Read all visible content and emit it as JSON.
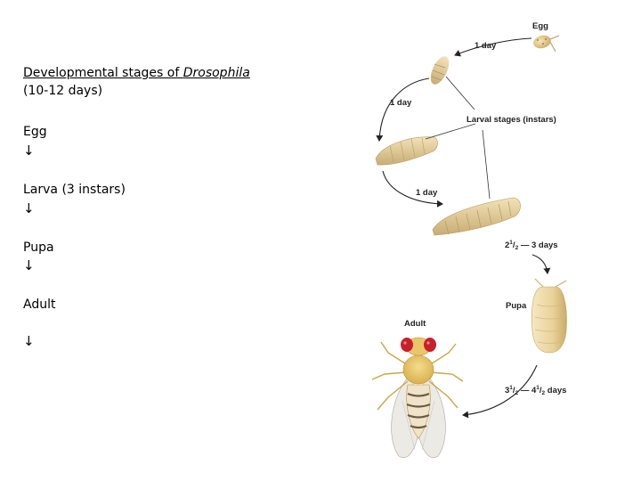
{
  "left_text": {
    "title_prefix": "Developmental stages of ",
    "title_italic": "Drosophila",
    "duration": "(10-12 days)",
    "stages": [
      "Egg",
      "Larva (3 instars)",
      "Pupa",
      "Adult"
    ],
    "arrow": "↓"
  },
  "diagram": {
    "egg": "Egg",
    "d1a": "1 day",
    "d1b": "1 day",
    "d1c": "1 day",
    "larval": "Larval stages (instars)",
    "t1_a": "2",
    "t1_b": "1",
    "t1_c": "/",
    "t1_d": "2",
    "t1_e": " — 3 days",
    "pupa": "Pupa",
    "adult": "Adult",
    "t2_a": "3",
    "t2_b": "1",
    "t2_c": "/",
    "t2_d": "2",
    "t2_e": " — 4",
    "t2_f": "1",
    "t2_g": "/",
    "t2_h": "2",
    "t2_i": " days"
  }
}
